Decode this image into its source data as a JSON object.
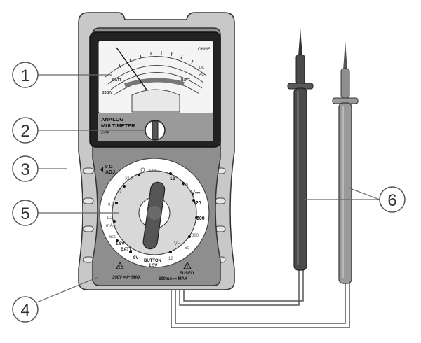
{
  "callouts": [
    {
      "number": "1"
    },
    {
      "number": "2"
    },
    {
      "number": "3"
    },
    {
      "number": "4"
    },
    {
      "number": "5"
    },
    {
      "number": "6"
    }
  ],
  "meter": {
    "brand_line1": "ANALOG",
    "brand_line2": "MULTIMETER",
    "off_label": "OFF",
    "ohm_adj": "0 Ω",
    "adj": "ADJ.",
    "scale_ohms": "OHMS",
    "scale_batt_left": "BATT",
    "scale_batt_right": "BATT",
    "scale_26ohm": "26Ω/V",
    "scale_dc": "DC",
    "scale_ac": "AC"
  },
  "dial": {
    "ohm": "Ω",
    "x1k": "X1K",
    "x10": "X10",
    "twelve_top": "12",
    "sixty_top": "60",
    "v_dc": "V⎓",
    "r120": "120",
    "r300": "300",
    "r300b": "300",
    "r60": "60",
    "v_ac": "V~",
    "r12": "12",
    "batt": "BATT.",
    "v15": "1.5V",
    "v9": "9V",
    "button": "BUTTON",
    "button_v": "1.5V",
    "ma": "mA⎓",
    "r600": "600",
    "r06": "0.6",
    "r12ma": "1.2",
    "continuity": "·))"
  },
  "warnings": {
    "left_voltage": "300V ⎓/~ MAX",
    "right_fused": "FUSED",
    "right_current": "600mA ⎓ MAX"
  },
  "colors": {
    "body_outer": "#c8c8c8",
    "body_inner": "#8e8e8e",
    "lead_black": "#4a4a4a",
    "lead_grey": "#9a9a9a"
  }
}
